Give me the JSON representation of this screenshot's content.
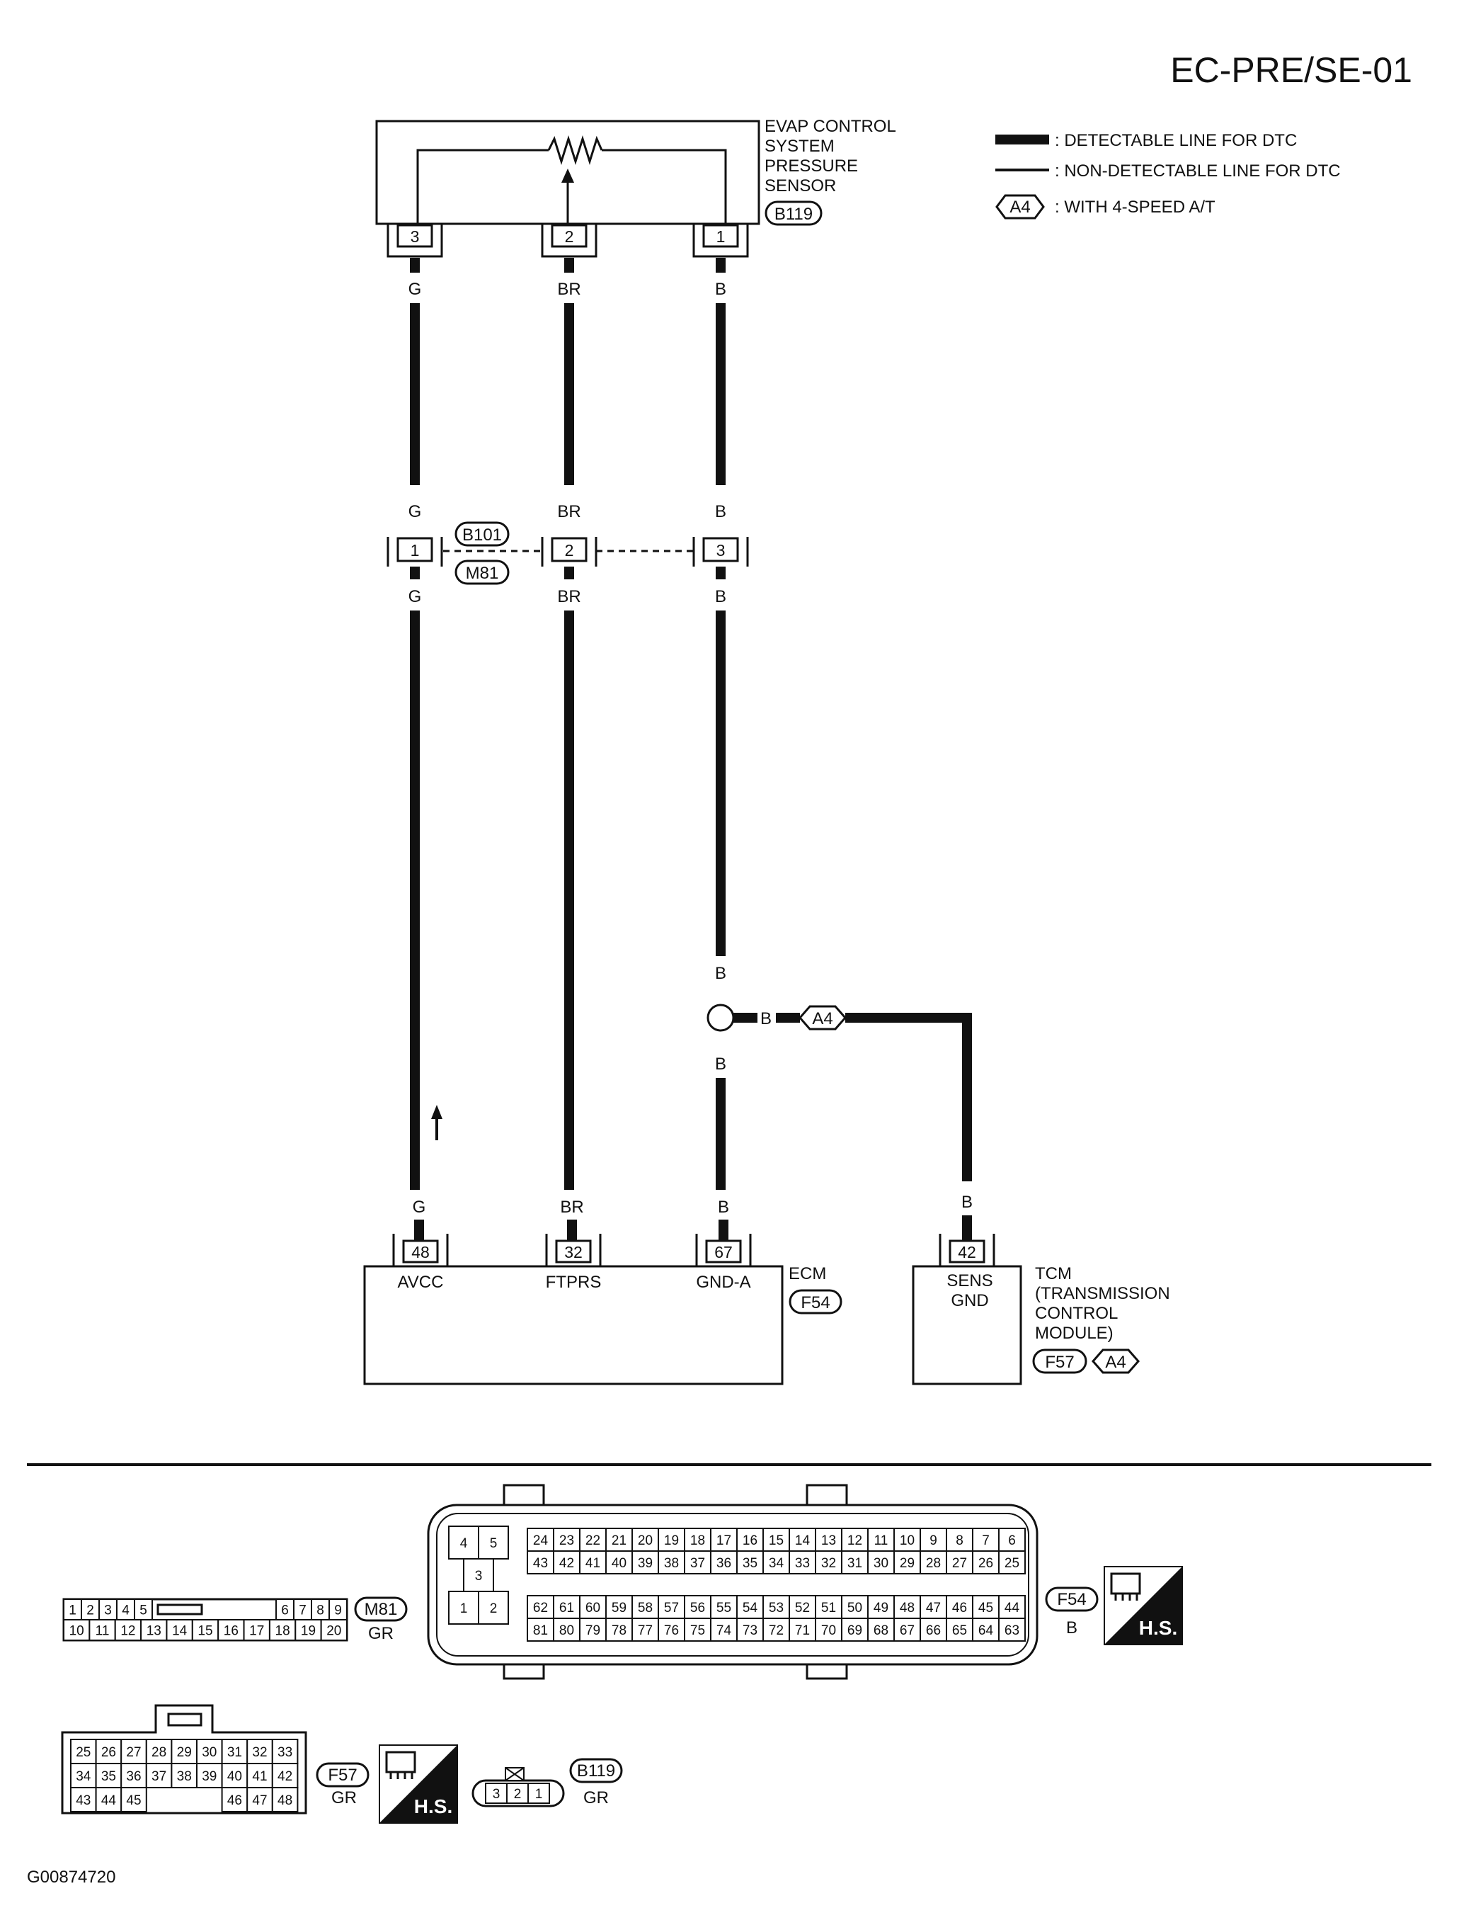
{
  "page_title": "EC-PRE/SE-01",
  "figure_code": "G00874720",
  "legend": {
    "detectable": ": DETECTABLE LINE FOR DTC",
    "non_detectable": ": NON-DETECTABLE LINE FOR DTC",
    "option_tag": "A4",
    "option_text": ": WITH 4-SPEED A/T"
  },
  "sensor": {
    "name_lines": [
      "EVAP CONTROL",
      "SYSTEM",
      "PRESSURE",
      "SENSOR"
    ],
    "connector": "B119",
    "pins": [
      "3",
      "2",
      "1"
    ]
  },
  "wires": {
    "left": "G",
    "middle": "BR",
    "right": "B",
    "branch": "B"
  },
  "joint": {
    "connector_top": "B101",
    "connector_bottom": "M81",
    "pins": [
      "1",
      "2",
      "3"
    ]
  },
  "option_tag_on_branch": "A4",
  "ecm": {
    "name": "ECM",
    "connector": "F54",
    "pins": [
      "48",
      "32",
      "67"
    ],
    "terminals": [
      "AVCC",
      "FTPRS",
      "GND-A"
    ]
  },
  "tcm": {
    "pin": "42",
    "terminal_lines": [
      "SENS",
      "GND"
    ],
    "name_lines": [
      "TCM",
      "(TRANSMISSION",
      "CONTROL",
      "MODULE)"
    ],
    "connector": "F57",
    "option_tag": "A4"
  },
  "connector_views": {
    "m81": {
      "id": "M81",
      "color": "GR",
      "row1_left": [
        "1",
        "2",
        "3",
        "4",
        "5"
      ],
      "row1_right": [
        "6",
        "7",
        "8",
        "9"
      ],
      "row2": [
        "10",
        "11",
        "12",
        "13",
        "14",
        "15",
        "16",
        "17",
        "18",
        "19",
        "20"
      ]
    },
    "f54": {
      "id": "F54",
      "color": "B",
      "badge": "H.S.",
      "small_block": [
        "4",
        "5",
        "3",
        "1",
        "2"
      ],
      "row1": [
        "24",
        "23",
        "22",
        "21",
        "20",
        "19",
        "18",
        "17",
        "16",
        "15",
        "14",
        "13",
        "12",
        "11",
        "10",
        "9",
        "8",
        "7",
        "6"
      ],
      "row2": [
        "43",
        "42",
        "41",
        "40",
        "39",
        "38",
        "37",
        "36",
        "35",
        "34",
        "33",
        "32",
        "31",
        "30",
        "29",
        "28",
        "27",
        "26",
        "25"
      ],
      "row3": [
        "62",
        "61",
        "60",
        "59",
        "58",
        "57",
        "56",
        "55",
        "54",
        "53",
        "52",
        "51",
        "50",
        "49",
        "48",
        "47",
        "46",
        "45",
        "44"
      ],
      "row4": [
        "81",
        "80",
        "79",
        "78",
        "77",
        "76",
        "75",
        "74",
        "73",
        "72",
        "71",
        "70",
        "69",
        "68",
        "67",
        "66",
        "65",
        "64",
        "63"
      ]
    },
    "f57": {
      "id": "F57",
      "color": "GR",
      "badge": "H.S.",
      "row1": [
        "25",
        "26",
        "27",
        "28",
        "29",
        "30",
        "31",
        "32",
        "33"
      ],
      "row2": [
        "34",
        "35",
        "36",
        "37",
        "38",
        "39",
        "40",
        "41",
        "42"
      ],
      "row3_left": [
        "43",
        "44",
        "45"
      ],
      "row3_right": [
        "46",
        "47",
        "48"
      ]
    },
    "b119": {
      "id": "B119",
      "color": "GR",
      "pins": [
        "3",
        "2",
        "1"
      ]
    }
  }
}
